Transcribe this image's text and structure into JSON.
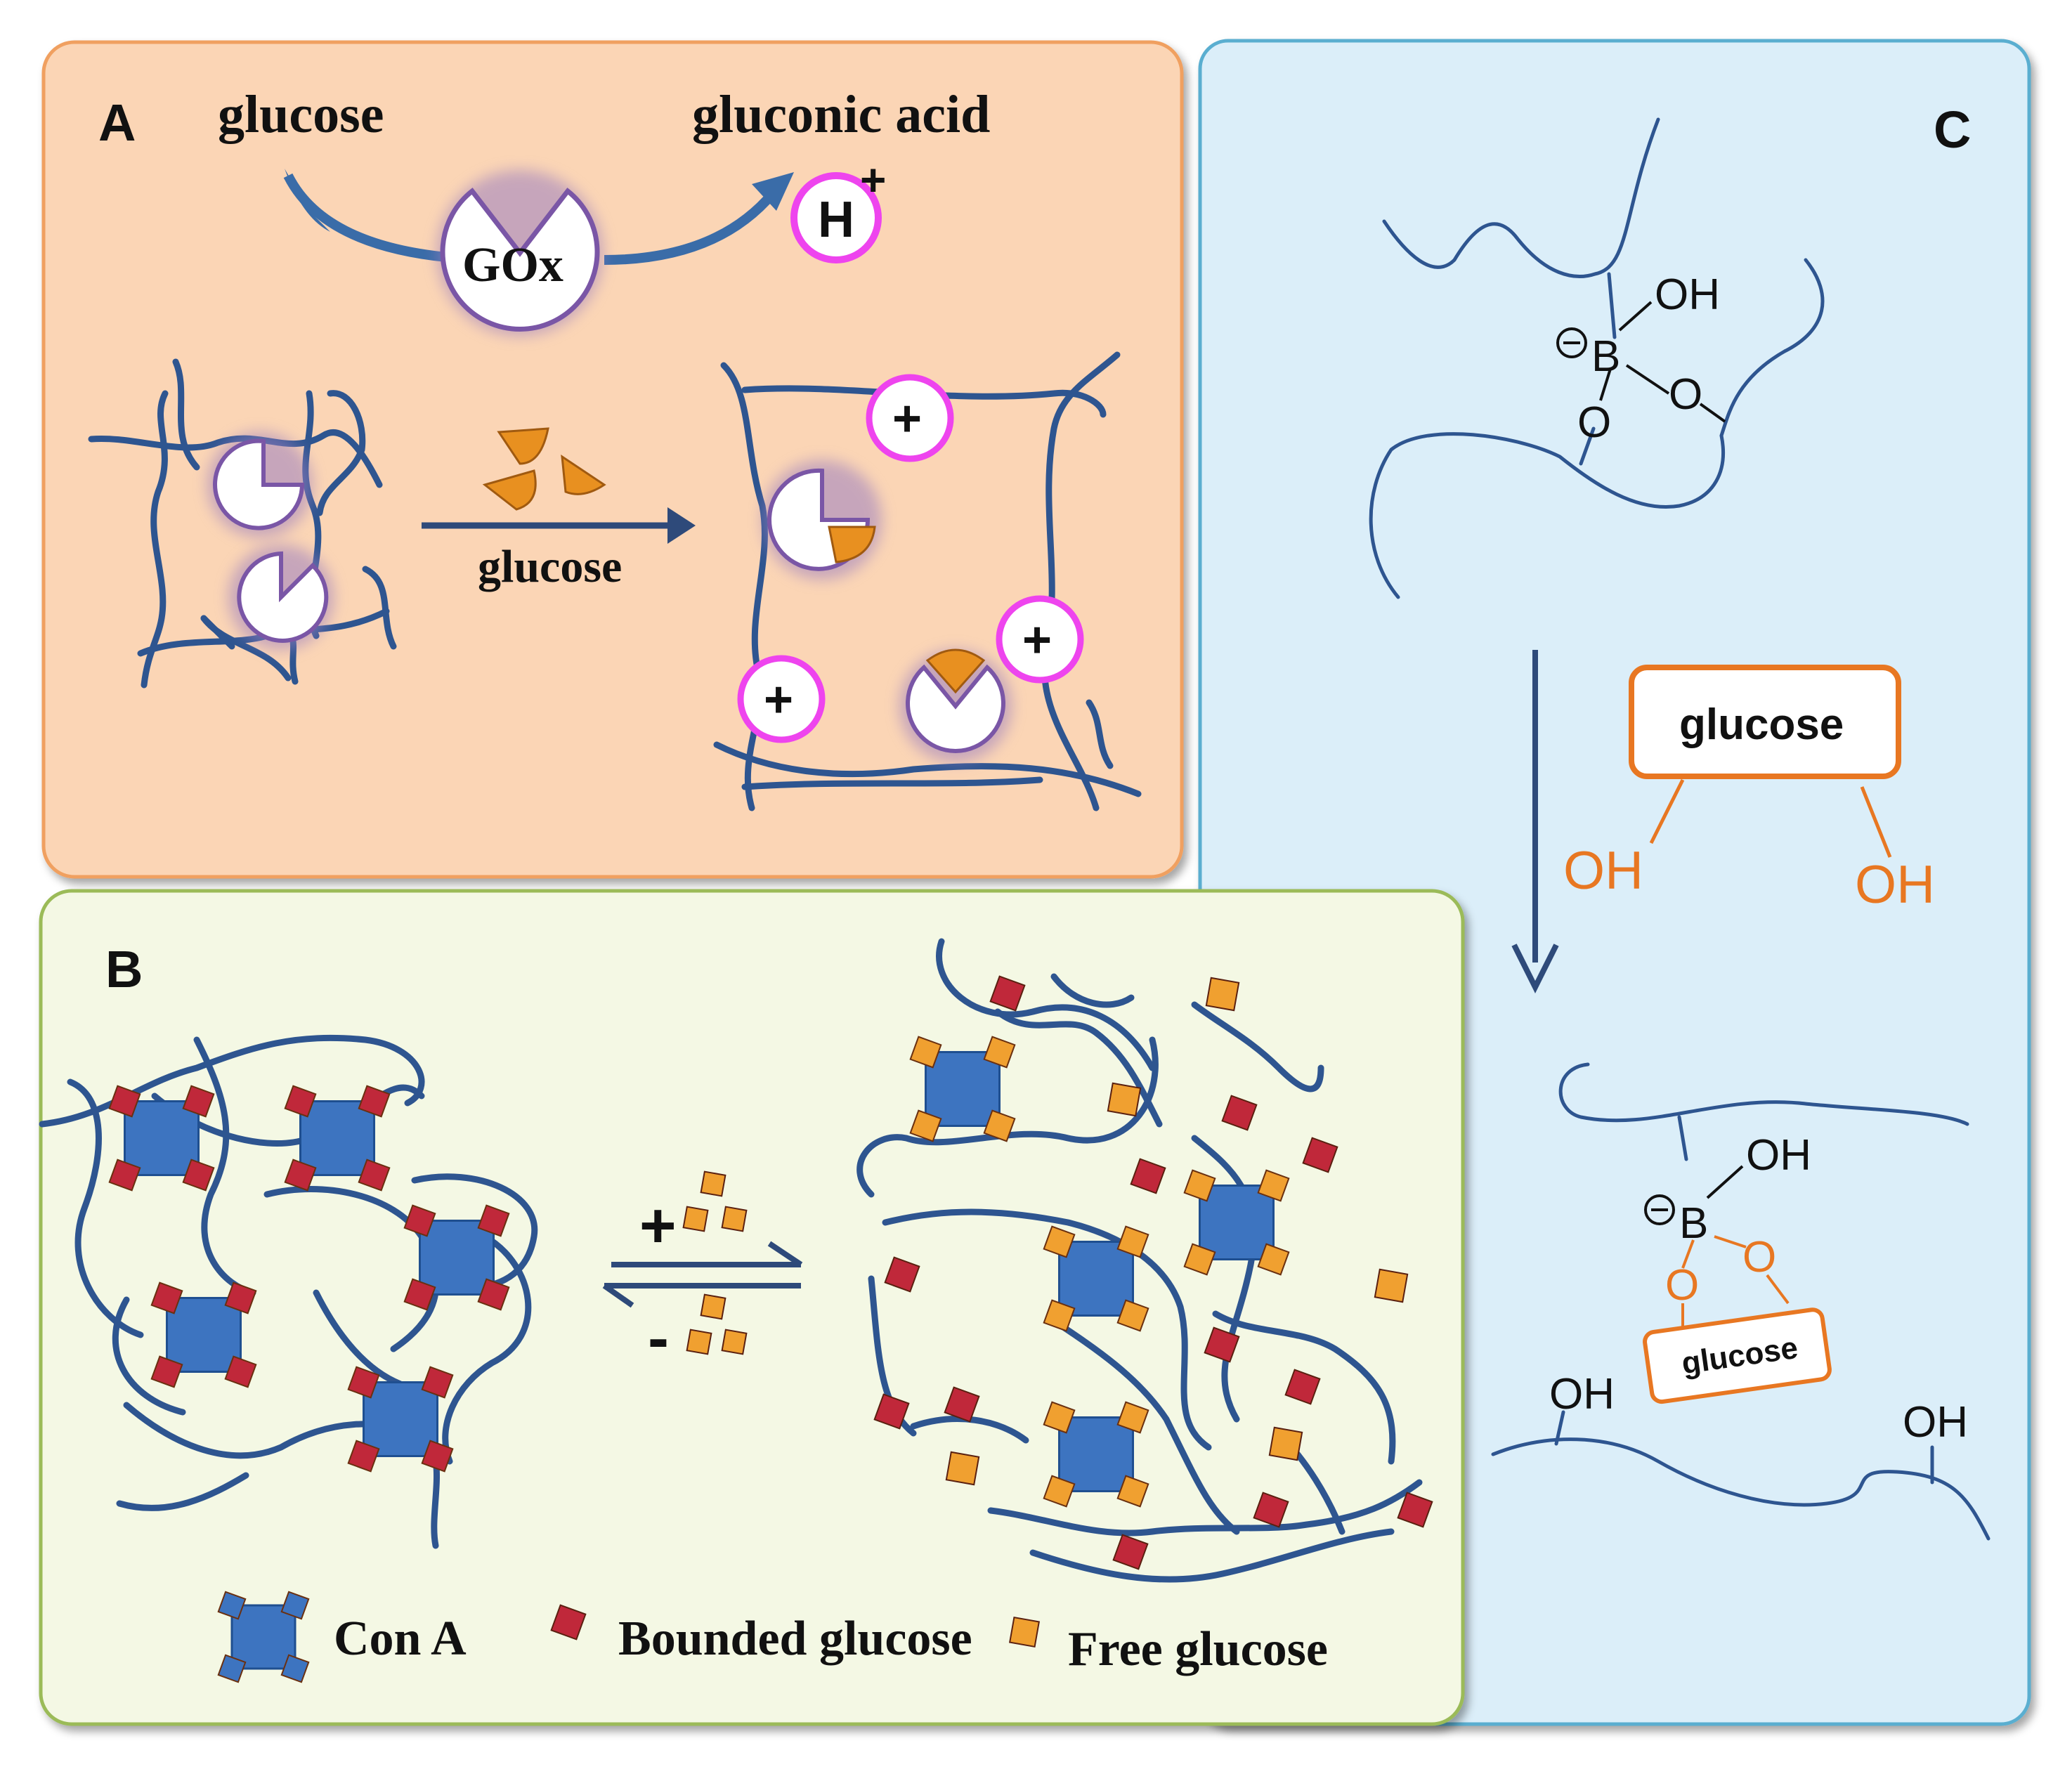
{
  "colors": {
    "panel_a_fill": "#fbd5b5",
    "panel_a_border": "#f0a060",
    "panel_b_fill": "#f4f8e4",
    "panel_b_border": "#9bbb59",
    "panel_c_fill": "#dbeef9",
    "panel_c_border": "#5aaed0",
    "polymer": "#2e5590",
    "proton_ring": "#ee44ee",
    "enzyme_glow": "#9b7fc0",
    "orange": "#e87722",
    "con_a": "#3d74c0",
    "bound_glucose": "#c0283a",
    "free_glucose": "#f0a030"
  },
  "panel_a": {
    "letter": "A",
    "substrate": "glucose",
    "product": "gluconic acid",
    "enzyme": "GOx",
    "proton": "H",
    "proton_charge": "+",
    "arrow_label": "glucose",
    "plus_sign": "+"
  },
  "panel_b": {
    "letter": "B",
    "plus": "+",
    "minus": "-",
    "legend": {
      "con_a": "Con A",
      "bound": "Bounded glucose",
      "free": "Free glucose"
    }
  },
  "panel_c": {
    "letter": "C",
    "oh": "OH",
    "o": "O",
    "b": "B",
    "glucose": "glucose"
  }
}
